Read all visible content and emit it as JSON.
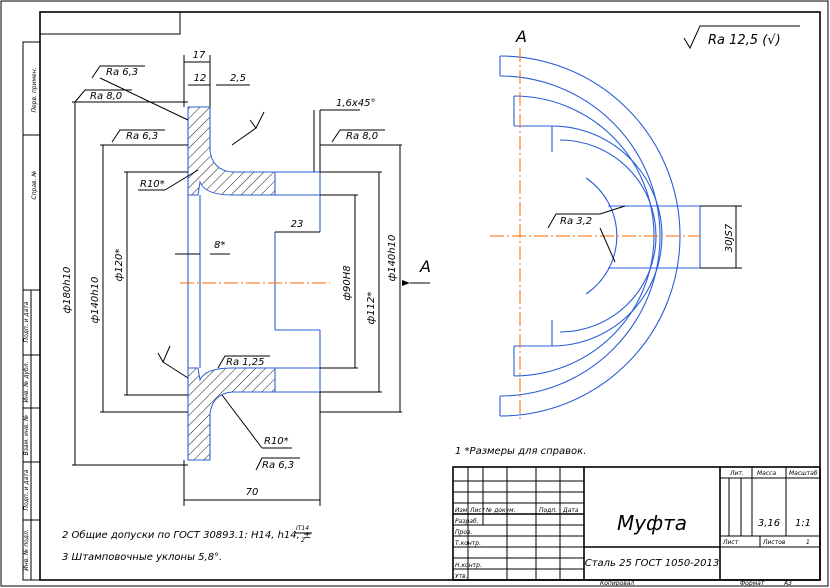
{
  "dimensions": {
    "d180": "ф180h10",
    "d140_left": "ф140h10",
    "d120": "ф120*",
    "d90": "ф90H8",
    "d112": "ф112*",
    "d140_right": "ф140h10",
    "w17": "17",
    "w12": "12",
    "w25": "2,5",
    "w23": "23",
    "w8": "8*",
    "w70": "70",
    "chamfer": "1,6х45°",
    "r10_top": "R10*",
    "r10_bottom": "R10*",
    "key30": "30JS7"
  },
  "roughness": {
    "ra63_a": "Ra 6,3",
    "ra80_a": "Ra 8,0",
    "ra63_b": "Ra 6,3",
    "ra80_b": "Ra 8,0",
    "ra125": "Ra 1,25",
    "ra63_c": "Ra 6,3",
    "ra32": "Ra 3,2",
    "general": "Ra 12,5 (√)"
  },
  "view_labels": {
    "section_a": "A",
    "arrow_a": "A"
  },
  "notes": {
    "n1": "1  *Размеры для справок.",
    "n2": "2  Общие допуски по ГОСТ 30893.1: H14, h14, ±",
    "n2_frac_top": "IT14",
    "n2_frac_bottom": "2",
    "n3": "3  Штамповочные уклоны 5,8°."
  },
  "side_strip": {
    "s1": "Перв. примен.",
    "s2": "Справ. №",
    "s3": "Подп. и дата",
    "s4": "Инв. № дубл.",
    "s5": "Взам. инв. №",
    "s6": "Подп. и дата",
    "s7": "Инв. № подл."
  },
  "title_block": {
    "title": "Муфта",
    "material": "Сталь 25 ГОСТ 1050-2013",
    "lit_label": "Лит.",
    "mass_label": "Масса",
    "scale_label": "Масштаб",
    "mass_value": "3,16",
    "scale_value": "1:1",
    "sheet_label": "Лист",
    "sheets_label": "Листов",
    "sheets_value": "1",
    "izm": "Изм.",
    "list": "Лист",
    "doc": "№ докум.",
    "sign": "Подп.",
    "date": "Дата",
    "razrab": "Разраб.",
    "prov": "Пров.",
    "tkontr": "Т.контр.",
    "nkontr": "Н.контр.",
    "utv": "Утв.",
    "copied": "Копировал",
    "format": "Формат",
    "format_value": "А3"
  }
}
